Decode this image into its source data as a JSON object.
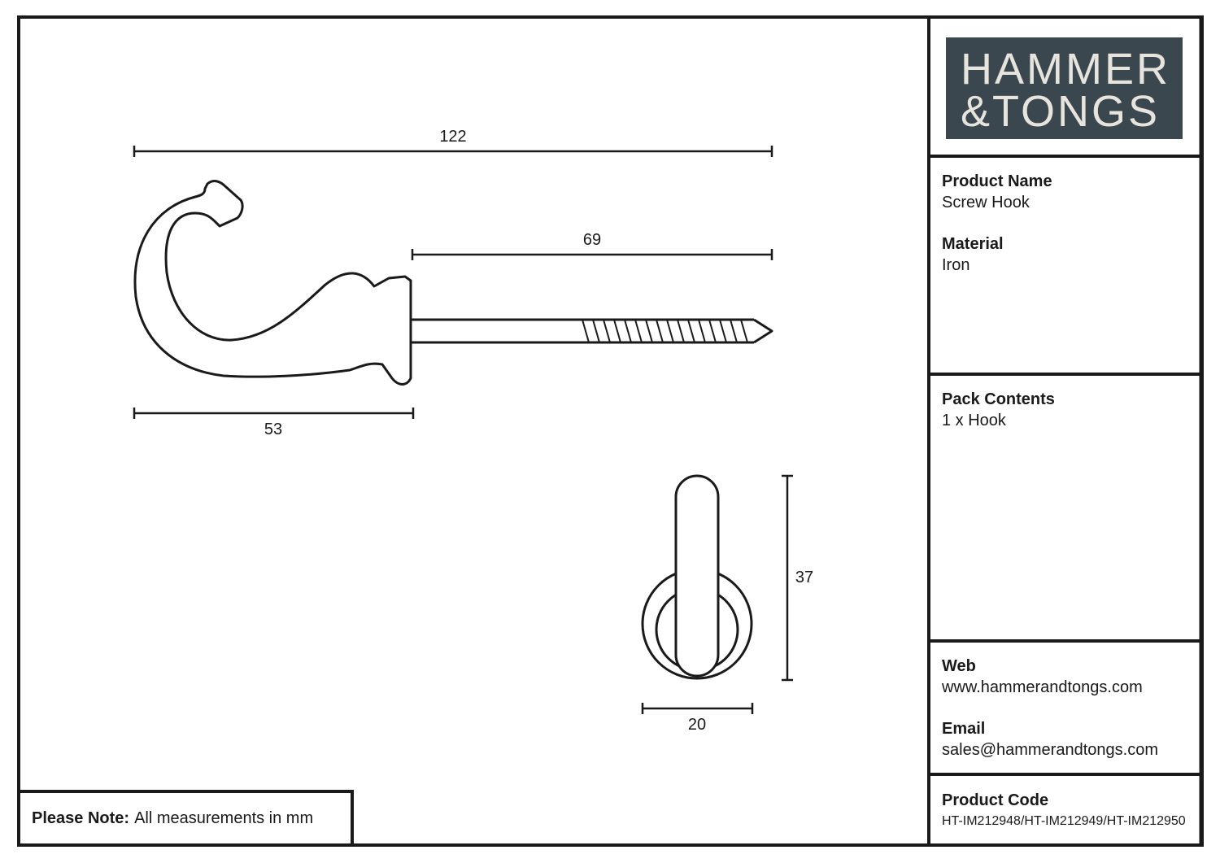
{
  "logo": {
    "line1": "HAMMER",
    "line2": "&TONGS"
  },
  "dimensions": {
    "overall_length": "122",
    "screw_length": "69",
    "hook_width": "53",
    "height": "37",
    "base_diameter": "20"
  },
  "panel": {
    "product_name_label": "Product Name",
    "product_name_value": "Screw Hook",
    "material_label": "Material",
    "material_value": "Iron",
    "pack_contents_label": "Pack Contents",
    "pack_contents_value": "1 x Hook",
    "web_label": "Web",
    "web_value": "www.hammerandtongs.com",
    "email_label": "Email",
    "email_value": "sales@hammerandtongs.com",
    "product_code_label": "Product Code",
    "product_code_value": "HT-IM212948/HT-IM212949/HT-IM212950"
  },
  "note": {
    "label": "Please Note:",
    "text": "All measurements in mm"
  },
  "colors": {
    "logo_bg": "#3b474f",
    "logo_text": "#e6e4dc",
    "line": "#1a1a1a"
  }
}
